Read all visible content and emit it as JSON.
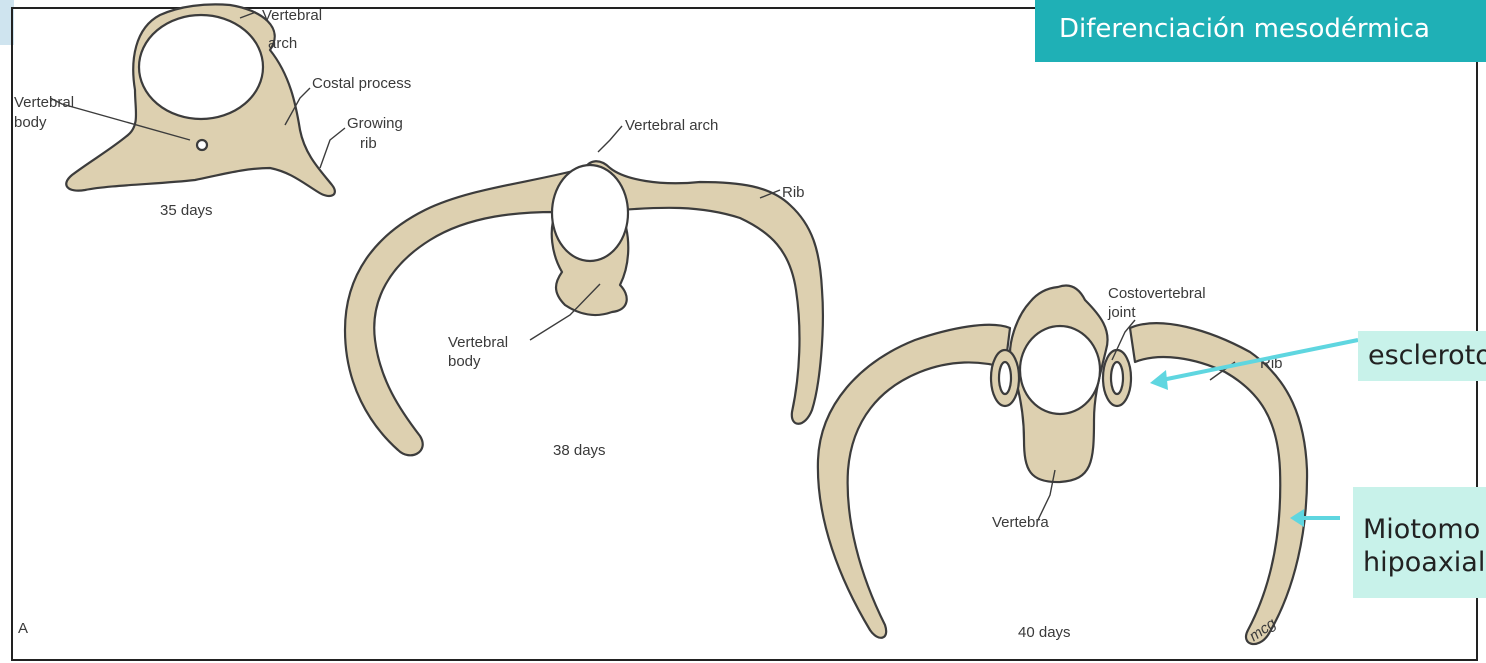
{
  "header": {
    "title": "Diferenciación mesodérmica"
  },
  "figure": {
    "panel_letter": "A",
    "stage_35": {
      "age": "35 days",
      "labels": {
        "vertebral_arch": [
          "Vertebral",
          "arch"
        ],
        "vertebral_body": [
          "Vertebral",
          "body"
        ],
        "costal_process": "Costal process",
        "growing_rib": [
          "Growing",
          "rib"
        ]
      }
    },
    "stage_38": {
      "age": "38 days",
      "labels": {
        "vertebral_arch": "Vertebral arch",
        "rib": "Rib",
        "vertebral_body": [
          "Vertebral",
          "body"
        ]
      }
    },
    "stage_40": {
      "age": "40 days",
      "labels": {
        "costovertebral_joint": [
          "Costovertebral",
          "joint"
        ],
        "rib": "Rib",
        "vertebra": "Vertebra"
      },
      "signature": "mcg"
    }
  },
  "callouts": {
    "esclerotomo": "esclerotomo",
    "miotomo": [
      "Miotomo",
      "hipoaxial"
    ]
  },
  "colors": {
    "banner": "#1fb0b6",
    "callout_bg": "#c8f2ea",
    "arrow": "#5fd6e0",
    "bone_fill": "#ddd0b0"
  }
}
